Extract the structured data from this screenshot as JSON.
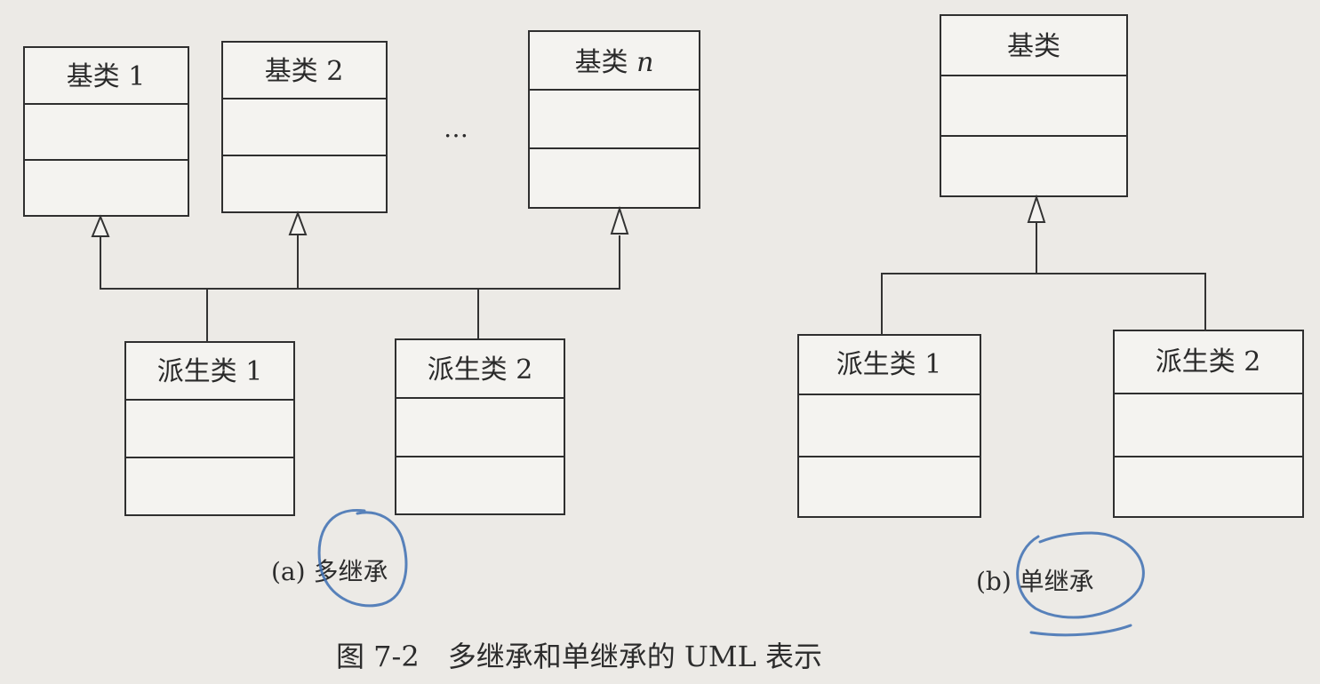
{
  "diagram": {
    "multiple": {
      "bases": [
        {
          "label": "基类 1"
        },
        {
          "label": "基类 2"
        },
        {
          "label": "基类 n"
        }
      ],
      "ellipsis": "…",
      "deriveds": [
        {
          "label": "派生类 1"
        },
        {
          "label": "派生类 2"
        }
      ],
      "caption": "(a) 多继承"
    },
    "single": {
      "base": {
        "label": "基类"
      },
      "deriveds": [
        {
          "label": "派生类 1"
        },
        {
          "label": "派生类 2"
        }
      ],
      "caption": "(b) 单继承"
    },
    "figure_caption": "图 7-2　多继承和单继承的 UML 表示",
    "colors": {
      "ink": "#2f2f2f",
      "paper": "#eceae6",
      "pen": "#3d6fb2"
    }
  }
}
